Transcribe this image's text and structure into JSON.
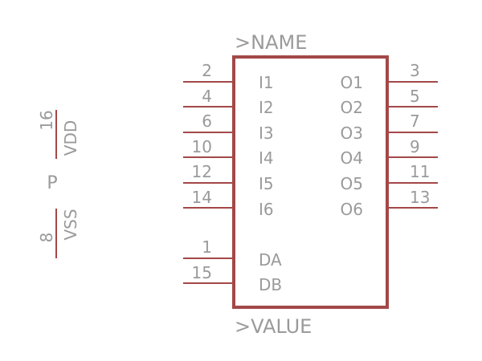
{
  "colors": {
    "body": "#a34848",
    "pin_line": "#a34848",
    "text": "#9a9a9a",
    "background": "#ffffff"
  },
  "symbol": {
    "name_label": ">NAME",
    "value_label": ">VALUE"
  },
  "left_pins": [
    {
      "num": "2",
      "name": "I1"
    },
    {
      "num": "4",
      "name": "I2"
    },
    {
      "num": "6",
      "name": "I3"
    },
    {
      "num": "10",
      "name": "I4"
    },
    {
      "num": "12",
      "name": "I5"
    },
    {
      "num": "14",
      "name": "I6"
    },
    {
      "num": "1",
      "name": "DA"
    },
    {
      "num": "15",
      "name": "DB"
    }
  ],
  "right_pins": [
    {
      "num": "3",
      "name": "O1"
    },
    {
      "num": "5",
      "name": "O2"
    },
    {
      "num": "7",
      "name": "O3"
    },
    {
      "num": "9",
      "name": "O4"
    },
    {
      "num": "11",
      "name": "O5"
    },
    {
      "num": "13",
      "name": "O6"
    }
  ],
  "power": {
    "label": "P",
    "pins": [
      {
        "num": "16",
        "name": "VDD"
      },
      {
        "num": "8",
        "name": "VSS"
      }
    ]
  }
}
